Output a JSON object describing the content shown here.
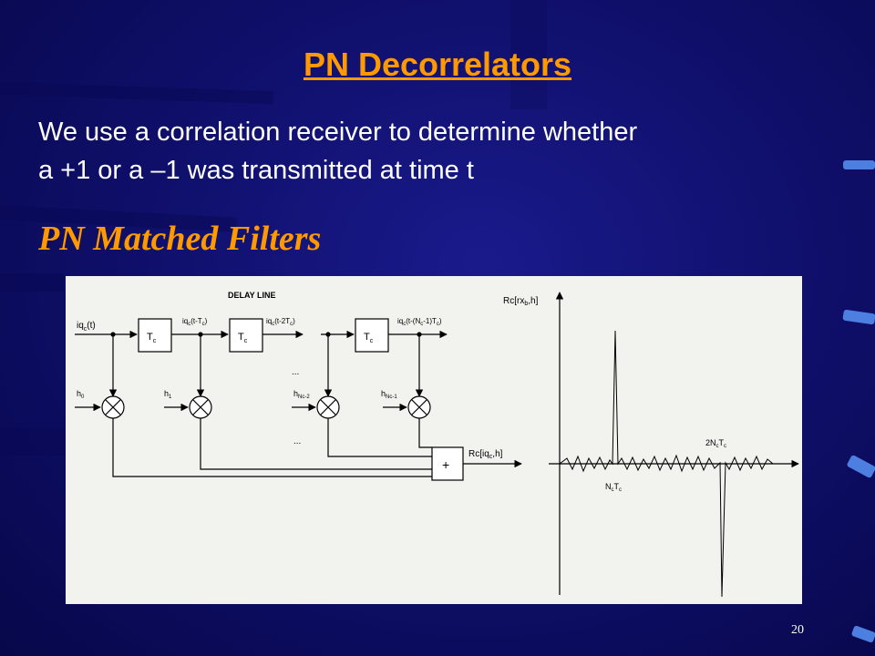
{
  "slide": {
    "title_bold": "PN",
    "title_rest": " Decorrelators",
    "body_line1": "We use a correlation receiver to determine whether",
    "body_line2": "a +1 or a –1 was transmitted at time t",
    "subtitle": "PN Matched Filters",
    "page_number": "20"
  },
  "diagram": {
    "header": "DELAY LINE",
    "input_signal": "iq",
    "delay_block": "T",
    "taps": [
      {
        "weight": "h",
        "sub": "0"
      },
      {
        "weight": "h",
        "sub": "1"
      },
      {
        "weight": "h",
        "sub": "Nc-2"
      },
      {
        "weight": "h",
        "sub": "Nc-1"
      }
    ],
    "delayed_outputs": [
      "(t-T",
      "(t-2T",
      "(t-(N",
      "-1)T"
    ],
    "ellipsis": "...",
    "sum_symbol": "+",
    "output_label": "Rc[iq",
    "output_label_end": ",h]"
  },
  "plot": {
    "ylabel": "Rc[rx",
    "ylabel_end": ",h]",
    "peak_positive": "N",
    "peak_negative": "2N",
    "subscript_c": "c",
    "subscript_b": "b",
    "T": "T"
  },
  "colors": {
    "title": "#ff9900",
    "background": "#10106e",
    "diagram_bg": "#f2f2ee"
  }
}
